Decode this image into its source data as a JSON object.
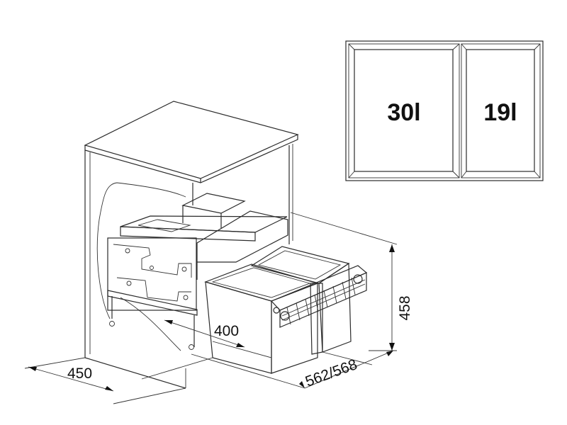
{
  "capacity_diagram": {
    "left_bin_label": "30l",
    "right_bin_label": "19l"
  },
  "dimensions": {
    "cabinet_width": "450",
    "drawer_width": "400",
    "depth": "562/568",
    "height": "458"
  }
}
